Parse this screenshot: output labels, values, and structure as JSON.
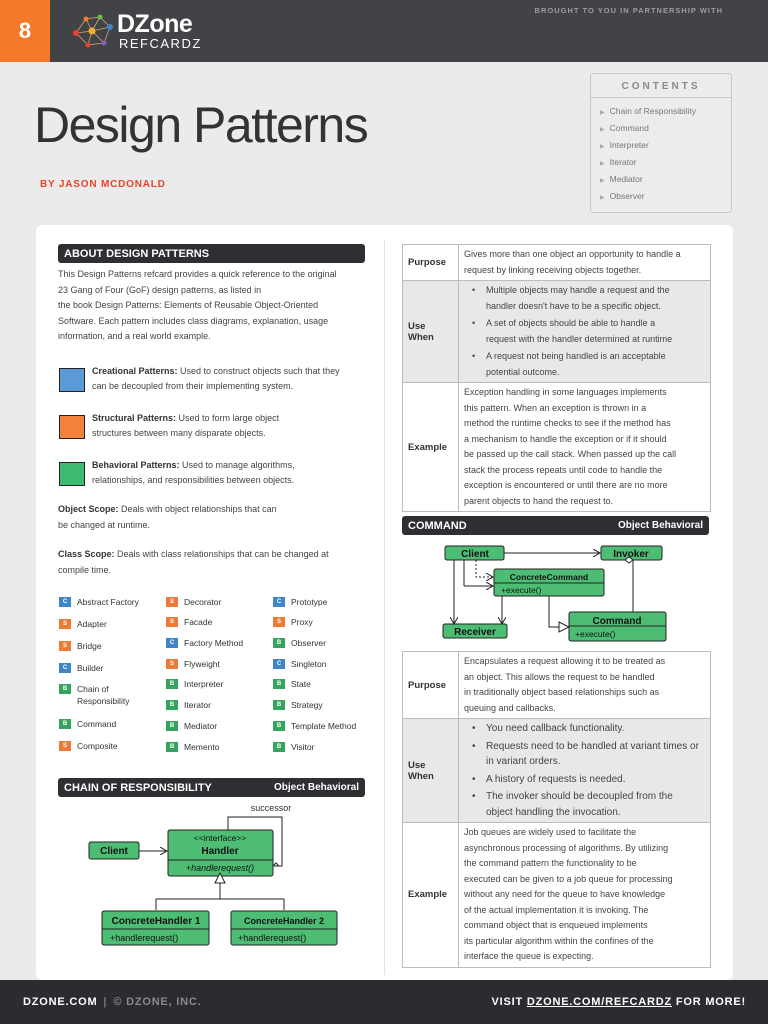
{
  "header": {
    "page_number": "8",
    "logo_brand": "DZone",
    "logo_sub": "REFCARDZ",
    "partner_text": "BROUGHT TO YOU IN PARTNERSHIP WITH"
  },
  "title": "Design Patterns",
  "byline_prefix": "BY",
  "author": "JASON MCDONALD",
  "contents": {
    "heading": "CONTENTS",
    "items": [
      "Chain of Responsibility",
      "Command",
      "Interpreter",
      "Iterator",
      "Mediator",
      "Observer"
    ]
  },
  "about": {
    "heading": "ABOUT DESIGN PATTERNS",
    "lines": [
      "This Design Patterns refcard provides a quick reference to the original",
      "23 Gang of Four (GoF) design patterns, as listed in",
      "the book Design Patterns: Elements of Reusable Object-Oriented",
      "Software. Each pattern includes class diagrams, explanation, usage",
      "information, and a real world example."
    ],
    "legend": [
      {
        "term": "Creational Patterns:",
        "line1": " Used to construct objects such that they",
        "line2": "can be decoupled from their implementing system.",
        "color": "#5b9bd5"
      },
      {
        "term": "Structural Patterns:",
        "line1": " Used to form large object",
        "line2": "structures between many disparate objects.",
        "color": "#f4823c"
      },
      {
        "term": "Behavioral Patterns:",
        "line1": " Used to manage algorithms,",
        "line2": "relationships, and responsibilities between objects.",
        "color": "#3dba6f"
      }
    ],
    "object_scope_term": "Object Scope:",
    "object_scope_line1": " Deals with object relationships that can",
    "object_scope_line2": "be changed at runtime.",
    "class_scope_term": "Class Scope:",
    "class_scope_line1": " Deals with class relationships that can be changed at",
    "class_scope_line2": "compile time."
  },
  "patterns": [
    [
      {
        "badge": "C",
        "name": "Abstract Factory"
      },
      {
        "badge": "S",
        "name": "Adapter"
      },
      {
        "badge": "S",
        "name": "Bridge"
      },
      {
        "badge": "C",
        "name": "Builder"
      },
      {
        "badge": "B",
        "name": "Chain of Responsibility"
      },
      {
        "badge": "B",
        "name": "Command"
      },
      {
        "badge": "S",
        "name": "Composite"
      }
    ],
    [
      {
        "badge": "S",
        "name": "Decorator"
      },
      {
        "badge": "S",
        "name": "Facade"
      },
      {
        "badge": "C",
        "name": "Factory Method"
      },
      {
        "badge": "S",
        "name": "Flyweight"
      },
      {
        "badge": "B",
        "name": "Interpreter"
      },
      {
        "badge": "B",
        "name": "Iterator"
      },
      {
        "badge": "B",
        "name": "Mediator"
      },
      {
        "badge": "B",
        "name": "Memento"
      }
    ],
    [
      {
        "badge": "C",
        "name": "Prototype"
      },
      {
        "badge": "S",
        "name": "Proxy"
      },
      {
        "badge": "B",
        "name": "Observer"
      },
      {
        "badge": "C",
        "name": "Singleton"
      },
      {
        "badge": "B",
        "name": "State"
      },
      {
        "badge": "B",
        "name": "Strategy"
      },
      {
        "badge": "B",
        "name": "Template Method"
      },
      {
        "badge": "B",
        "name": "Visitor"
      }
    ]
  ],
  "badge_colors": {
    "C": "#3f86c9",
    "S": "#ee7a37",
    "B": "#35a45c"
  },
  "chain": {
    "heading": "CHAIN OF RESPONSIBILITY",
    "scope": "Object Behavioral",
    "diagram": {
      "successor": "successor",
      "client": "Client",
      "interface": "<<interface>>",
      "handler": "Handler",
      "handler_method": "+handlerequest()",
      "ch1": "ConcreteHandler 1",
      "ch1_method": "+handlerequest()",
      "ch2": "ConcreteHandler 2",
      "ch2_method": "+handlerequest()"
    },
    "table": {
      "purpose_label": "Purpose",
      "purpose": [
        "Gives more than one object an opportunity to handle a",
        "request by linking receiving objects together."
      ],
      "use_label_1": "Use",
      "use_label_2": "When",
      "use": [
        [
          "Multiple objects may handle a request and the",
          "handler doesn't have to be a specific object."
        ],
        [
          "A set of objects should be able to handle a",
          "request with the handler determined at runtime"
        ],
        [
          "A request not being handled is an acceptable",
          "potential outcome."
        ]
      ],
      "example_label": "Example",
      "example": [
        "Exception handling in some languages implements",
        "this pattern. When an exception is thrown in a",
        "method the runtime checks to see if the method has",
        "a mechanism to handle the exception or if it should",
        "be passed up the call stack. When passed up the call",
        "stack the process repeats until code to handle the",
        "exception is encountered or until there are no more",
        "parent objects to hand the request to."
      ]
    }
  },
  "command": {
    "heading": "COMMAND",
    "scope": "Object Behavioral",
    "diagram": {
      "client": "Client",
      "invoker": "Invoker",
      "concrete": "ConcreteCommand",
      "concrete_method": "+execute()",
      "receiver": "Receiver",
      "command": "Command",
      "command_method": "+execute()"
    },
    "table": {
      "purpose_label": "Purpose",
      "purpose": [
        "Encapsulates a request allowing it to be treated as",
        "an object. This allows the request to be handled",
        "in traditionally object based relationships such as",
        "queuing and callbacks."
      ],
      "use_label_1": "Use",
      "use_label_2": "When",
      "use": [
        [
          "You need callback functionality."
        ],
        [
          "Requests need to be handled at variant times or",
          "in variant orders."
        ],
        [
          "A history of requests is needed."
        ],
        [
          "The invoker should be decoupled from the",
          "object handling the invocation."
        ]
      ],
      "example_label": "Example",
      "example": [
        "Job queues are widely used to facilitate the",
        "asynchronous processing of algorithms. By utilizing",
        "the command pattern the functionality to be",
        "executed can be given to a job queue for processing",
        "without any need for the queue to have knowledge",
        "of the actual implementation it is invoking. The",
        "command object that is enqueued implements",
        "its particular algorithm within the confines of the",
        "interface the queue is expecting."
      ]
    }
  },
  "footer": {
    "site": "DZONE.COM",
    "separator": "|",
    "copyright": "© DZONE, INC.",
    "visit_prefix": "VISIT ",
    "visit_link": "DZONE.COM/REFCARDZ",
    "visit_suffix": " FOR MORE!"
  },
  "uml_fill": "#4dbd74",
  "accent": "#f4792b"
}
